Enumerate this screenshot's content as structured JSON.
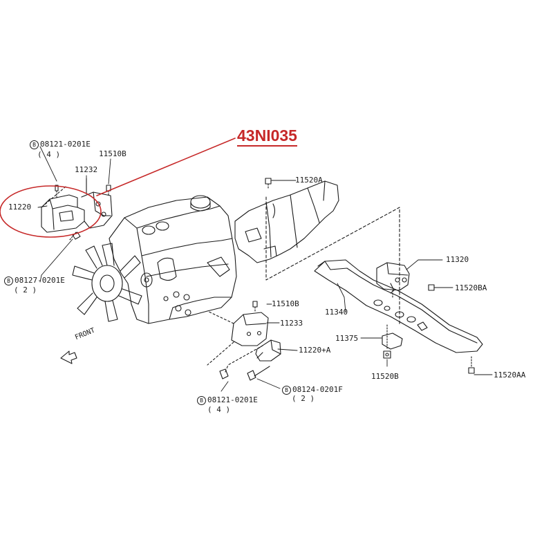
{
  "callout": {
    "text": "43NI035",
    "color": "#c62828"
  },
  "direction_label": "FRONT",
  "parts": {
    "p11220": "11220",
    "p11232": "11232",
    "p11510b_top": "11510B",
    "p11520a": "11520A",
    "p11320": "11320",
    "p11520ba": "11520BA",
    "p11340": "11340",
    "p11510b_mid": "11510B",
    "p11233": "11233",
    "p11220a": "11220+A",
    "p11375": "11375",
    "p11520b": "11520B",
    "p11520aa": "11520AA"
  },
  "bolts": {
    "b1": {
      "marker": "B",
      "code": "08121-0201E",
      "qty": "( 4 )"
    },
    "b2": {
      "marker": "B",
      "code": "08127-0201E",
      "qty": "( 2 )"
    },
    "b3": {
      "marker": "B",
      "code": "08121-0201E",
      "qty": "( 4 )"
    },
    "b4": {
      "marker": "B",
      "code": "08124-0201F",
      "qty": "( 2 )"
    }
  }
}
